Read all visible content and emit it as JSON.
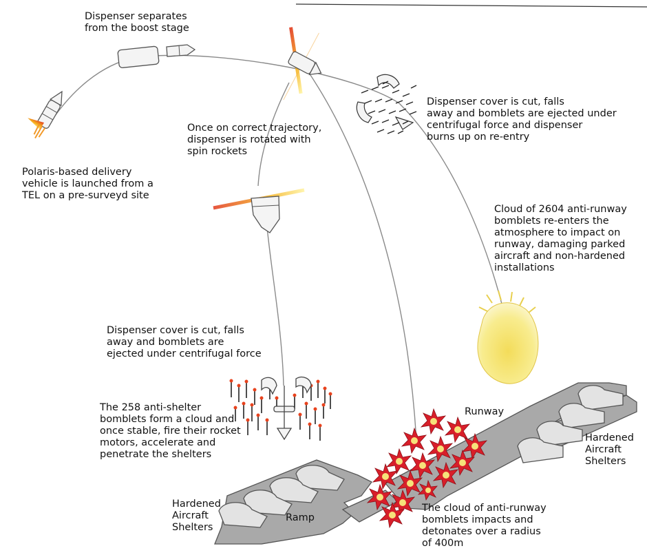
{
  "captions": {
    "separation": "Dispenser separates\nfrom the boost stage",
    "launch": "Polaris-based delivery\nvehicle is launched from a\nTEL on a pre-surveyd site",
    "spin": "Once on correct trajectory,\ndispenser is rotated with\nspin rockets",
    "cover_runway": "Dispenser cover is cut, falls\naway and bomblets are ejected under\ncentrifugal force and dispenser\nburns up on re-entry",
    "cloud_2604": "Cloud of 2604 anti-runway\nbomblets re-enters the\natmosphere to impact on\nrunway, damaging parked\naircraft and non-hardened\ninstallations",
    "cover_shelter": "Dispenser cover is cut, falls\naway and bomblets are\nejected under centrifugal force",
    "shelter_258": "The 258 anti-shelter\nbomblets form a cloud and\nonce stable, fire their rocket\nmotors, accelerate and\npenetrate the shelters",
    "impact": "The cloud of anti-runway\nbomblets impacts and\ndetonates over a radius\nof 400m"
  },
  "labels": {
    "runway": "Runway",
    "ramp": "Ramp",
    "has_right": "Hardened\nAircraft\nShelters",
    "has_left": "Hardened\nAircraft\nShelters"
  },
  "colors": {
    "trajectory": "#8a8a8a",
    "ground": "#a9a9a9",
    "shelter": "#e3e3e3",
    "burst": "#d81f2a",
    "burst_core": "#f6e27a",
    "cloud": "#f1e36b"
  }
}
